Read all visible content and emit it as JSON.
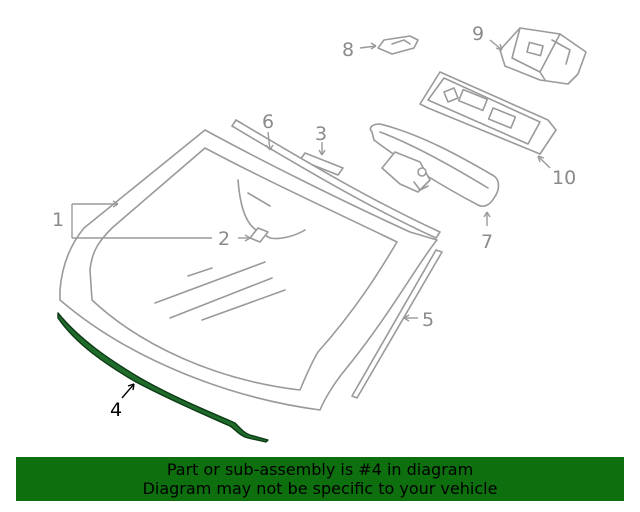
{
  "callouts": {
    "c1": "1",
    "c2": "2",
    "c3": "3",
    "c4": "4",
    "c5": "5",
    "c6": "6",
    "c7": "7",
    "c8": "8",
    "c9": "9",
    "c10": "10"
  },
  "highlight_part": "4",
  "colors": {
    "highlight_part_stroke": "#0e5a2a",
    "banner_background": "#0e6f0e",
    "banner_text": "#000000",
    "line_art": "#9a9a9a"
  },
  "banner": {
    "line1": "Part or sub-assembly is #4 in diagram",
    "line2": "Diagram may not be specific to your vehicle"
  }
}
